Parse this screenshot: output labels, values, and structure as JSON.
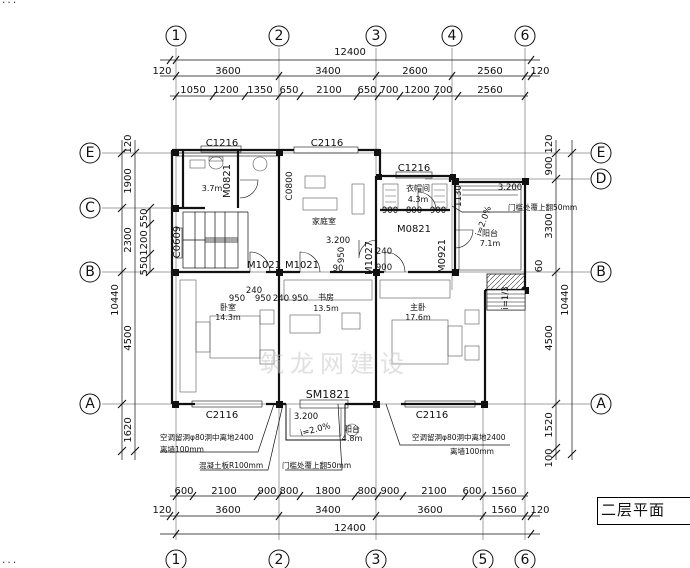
{
  "title": "二层平面",
  "corner_marks": {
    "top_left": "...",
    "bottom_left": "..."
  },
  "axes_top": [
    "1",
    "2",
    "3",
    "4",
    "6"
  ],
  "axes_bottom": [
    "1",
    "2",
    "3",
    "5",
    "6"
  ],
  "axes_side": [
    "E",
    "D",
    "C",
    "B",
    "A"
  ],
  "dims": {
    "total_top": "12400",
    "total_bottom": "12400",
    "top_row2": [
      "120",
      "3600",
      "3400",
      "2600",
      "2560",
      "120"
    ],
    "top_row3": [
      "1050",
      "1200",
      "1350",
      "650",
      "2100",
      "650",
      "700",
      "1200",
      "700",
      "2560"
    ],
    "bottom_row1": [
      "600",
      "2100",
      "900",
      "800",
      "1800",
      "800",
      "900",
      "2100",
      "600",
      "1560"
    ],
    "bottom_row2": [
      "120",
      "3600",
      "3400",
      "3600",
      "1560",
      "120"
    ],
    "left_total": "10440",
    "left_col1": [
      "120",
      "1900",
      "2300",
      "4500",
      "1620"
    ],
    "left_col2": [
      "550",
      "1200",
      "550"
    ],
    "right_total": "10440",
    "right_col1": [
      "120",
      "900",
      "3300",
      "4500",
      "1520",
      "100"
    ],
    "right_misc": [
      "60"
    ]
  },
  "windows": {
    "c1216_a": "C1216",
    "c2116_top": "C2116",
    "c1216_b": "C1216",
    "c0609": "C0609",
    "c2116_bl": "C2116",
    "c2116_br": "C2116",
    "sm1821": "SM1821"
  },
  "doors": {
    "m0821": "M0821",
    "m0821_b": "M0821",
    "m1021_a": "M1021",
    "m1021_b": "M1021",
    "m1027": "M1027",
    "m0921": "M0921",
    "c0800": "C0800"
  },
  "rooms": {
    "bath": {
      "area": "3.7m"
    },
    "family_room": {
      "name": "家庭室"
    },
    "closet": {
      "name": "衣帽间",
      "area": "4.3m"
    },
    "balcony_e": {
      "name": "阳台",
      "area": "7.1m"
    },
    "bedroom": {
      "name": "卧室",
      "area": "14.3m"
    },
    "study": {
      "name": "书房",
      "area": "13.5m"
    },
    "master": {
      "name": "主卧",
      "area": "17.6m"
    },
    "balcony_s": {
      "name": "阳台",
      "area": "4.8m"
    }
  },
  "small_dims": {
    "d3200_a": "3.200",
    "d3200_b": "3.200",
    "d3200_c": "3.200",
    "d950a": "950",
    "d240a": "240",
    "d950b": "950",
    "d240b": "240",
    "d950c": "950",
    "d900a": "900",
    "d800": "800",
    "d900b": "900",
    "d1130": "1130",
    "d240c": "240",
    "d900c": "900",
    "d950v": "950",
    "d90": "90",
    "slope_a": "i=2.0%",
    "slope_b": "i=2.0%",
    "slope_c": "i=1/3"
  },
  "notes": {
    "ac_left": "空调留洞φ80洞中离地2400",
    "ac_left2": "离墙100mm",
    "ac_right": "空调留洞φ80洞中离地2400",
    "ac_right2": "离墙100mm",
    "concrete": "混凝土板R100mm",
    "balcony_hi_s": "门槛处覆上翻50mm",
    "balcony_hi_e": "门槛处覆上翻50mm"
  },
  "watermark": "筑龙网建设"
}
